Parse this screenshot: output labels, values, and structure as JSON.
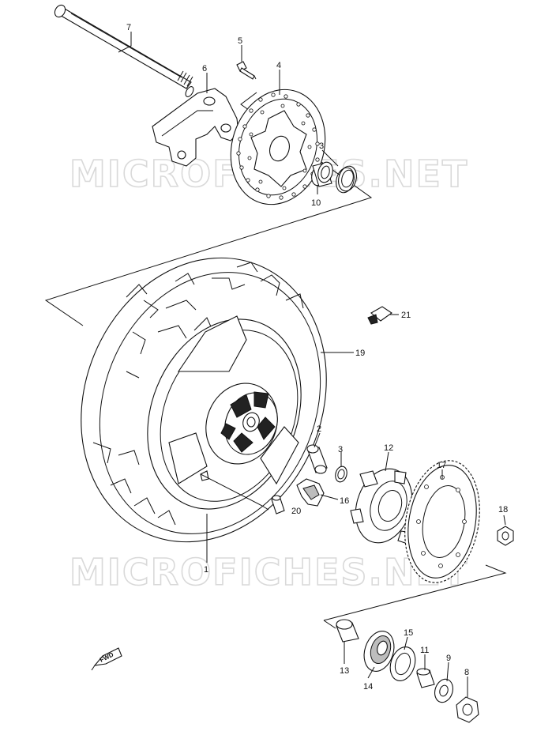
{
  "watermark": {
    "text": "MICROFICHES.NET"
  },
  "direction_label": {
    "text": "FWD"
  },
  "callouts": {
    "p1": "1",
    "p2": "2",
    "p3a": "3",
    "p3b": "3",
    "p4": "4",
    "p5": "5",
    "p6": "6",
    "p7": "7",
    "p8": "8",
    "p9": "9",
    "p10": "10",
    "p11": "11",
    "p12": "12",
    "p13": "13",
    "p14": "14",
    "p15": "15",
    "p16": "16",
    "p17": "17",
    "p18": "18",
    "p19": "19",
    "p20": "20",
    "p21": "21"
  }
}
